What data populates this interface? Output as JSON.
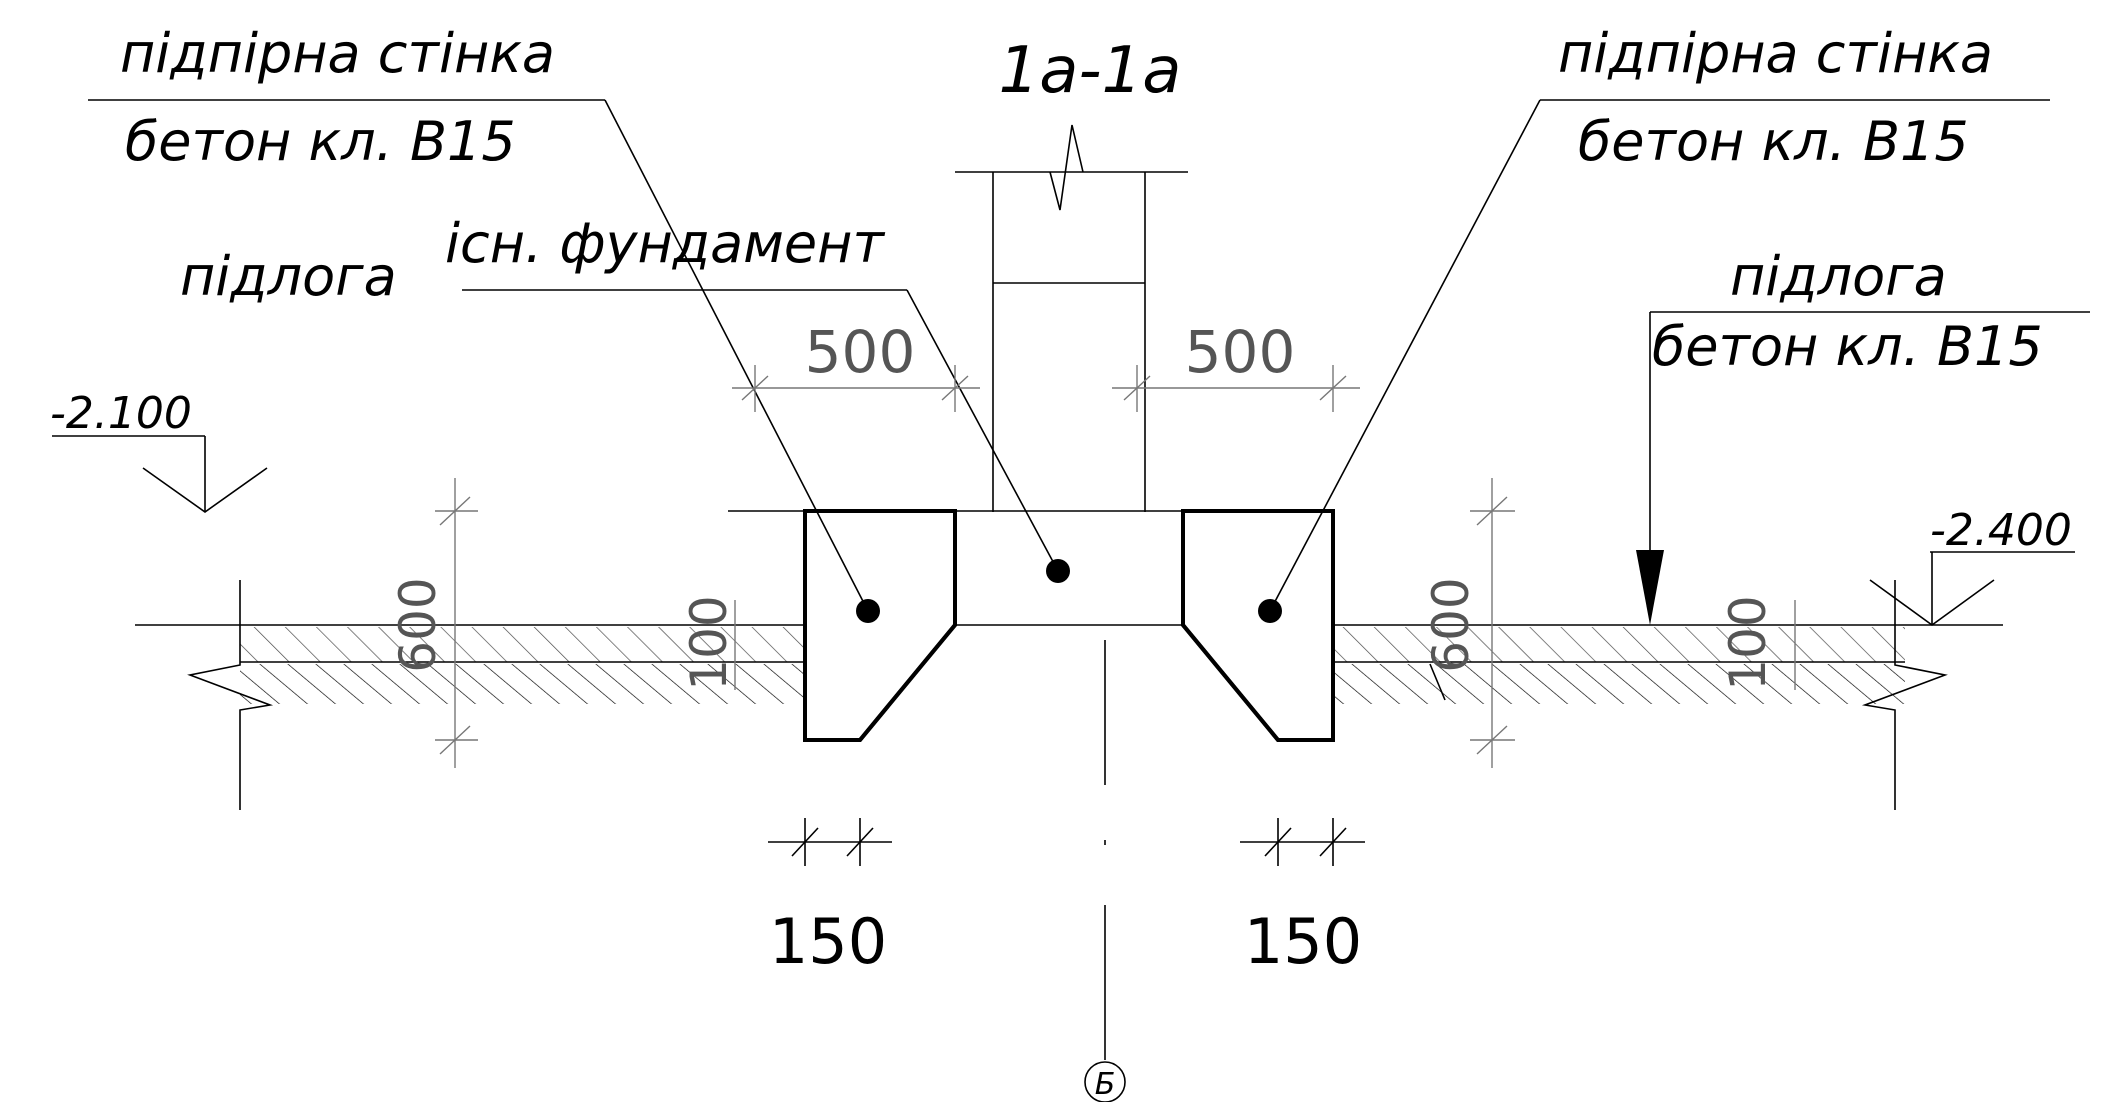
{
  "section_title": "1а-1а",
  "labels": {
    "wall_left_top": "підпірна стінка",
    "wall_left_bottom": "бетон кл. В15",
    "wall_right_top": "підпірна стінка",
    "wall_right_bottom": "бетон кл. В15",
    "floor_left": "підлога",
    "foundation": "існ. фундамент",
    "floor_right_top": "підлога",
    "floor_right_bottom": "бетон кл. В15"
  },
  "elevations": {
    "left": "-2.100",
    "right": "-2.400"
  },
  "dimensions": {
    "top_left": "500",
    "top_right": "500",
    "vert_left_600": "600",
    "vert_left_100": "100",
    "vert_right_600": "600",
    "vert_right_100": "100",
    "bottom_left": "150",
    "bottom_right": "150"
  },
  "axis_mark": "Б"
}
